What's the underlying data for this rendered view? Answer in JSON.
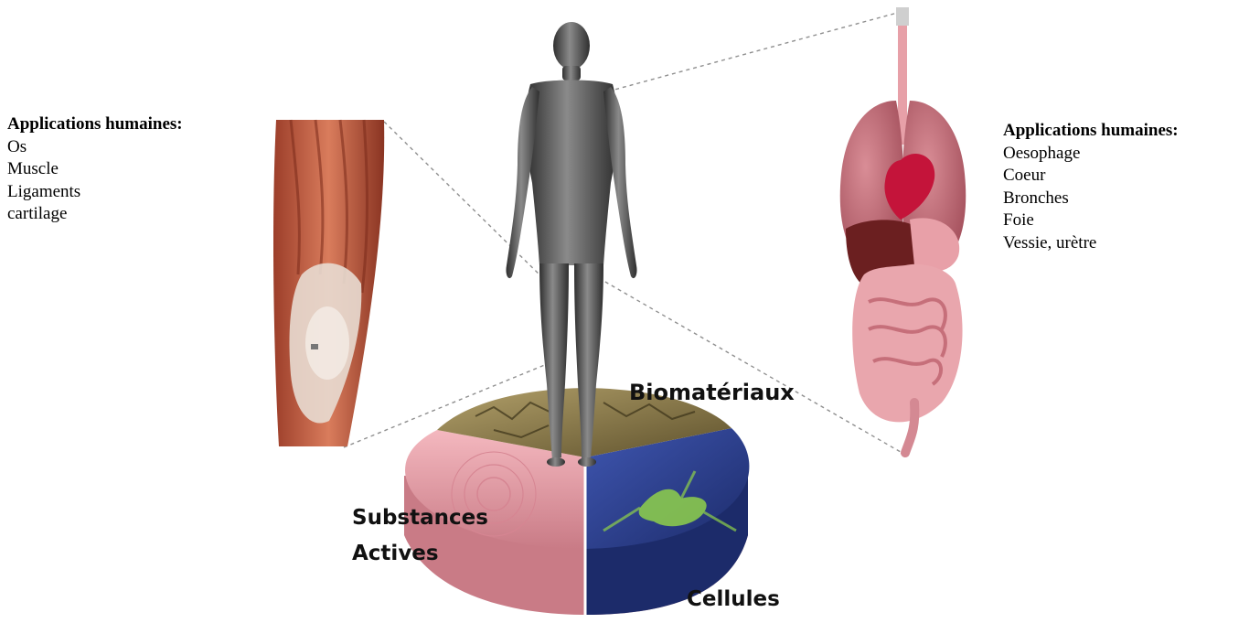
{
  "left_panel": {
    "heading": "Applications humaines:",
    "items": [
      "Os",
      "Muscle",
      "Ligaments",
      "cartilage"
    ]
  },
  "right_panel": {
    "heading": "Applications humaines:",
    "items": [
      "Oesophage",
      "Coeur",
      "Bronches",
      "Foie",
      "Vessie, urètre"
    ]
  },
  "segments": {
    "biomaterials": "Biomatériaux",
    "active_substances_line1": "Substances",
    "active_substances_line2": "Actives",
    "cells": "Cellules"
  },
  "colors": {
    "biomaterials": "#8a7a48",
    "active_substances": "#e8a0a8",
    "cells": "#2e3f8c",
    "body": "#4a4a4a",
    "muscle": "#b8543a",
    "organs": "#c86a74"
  }
}
